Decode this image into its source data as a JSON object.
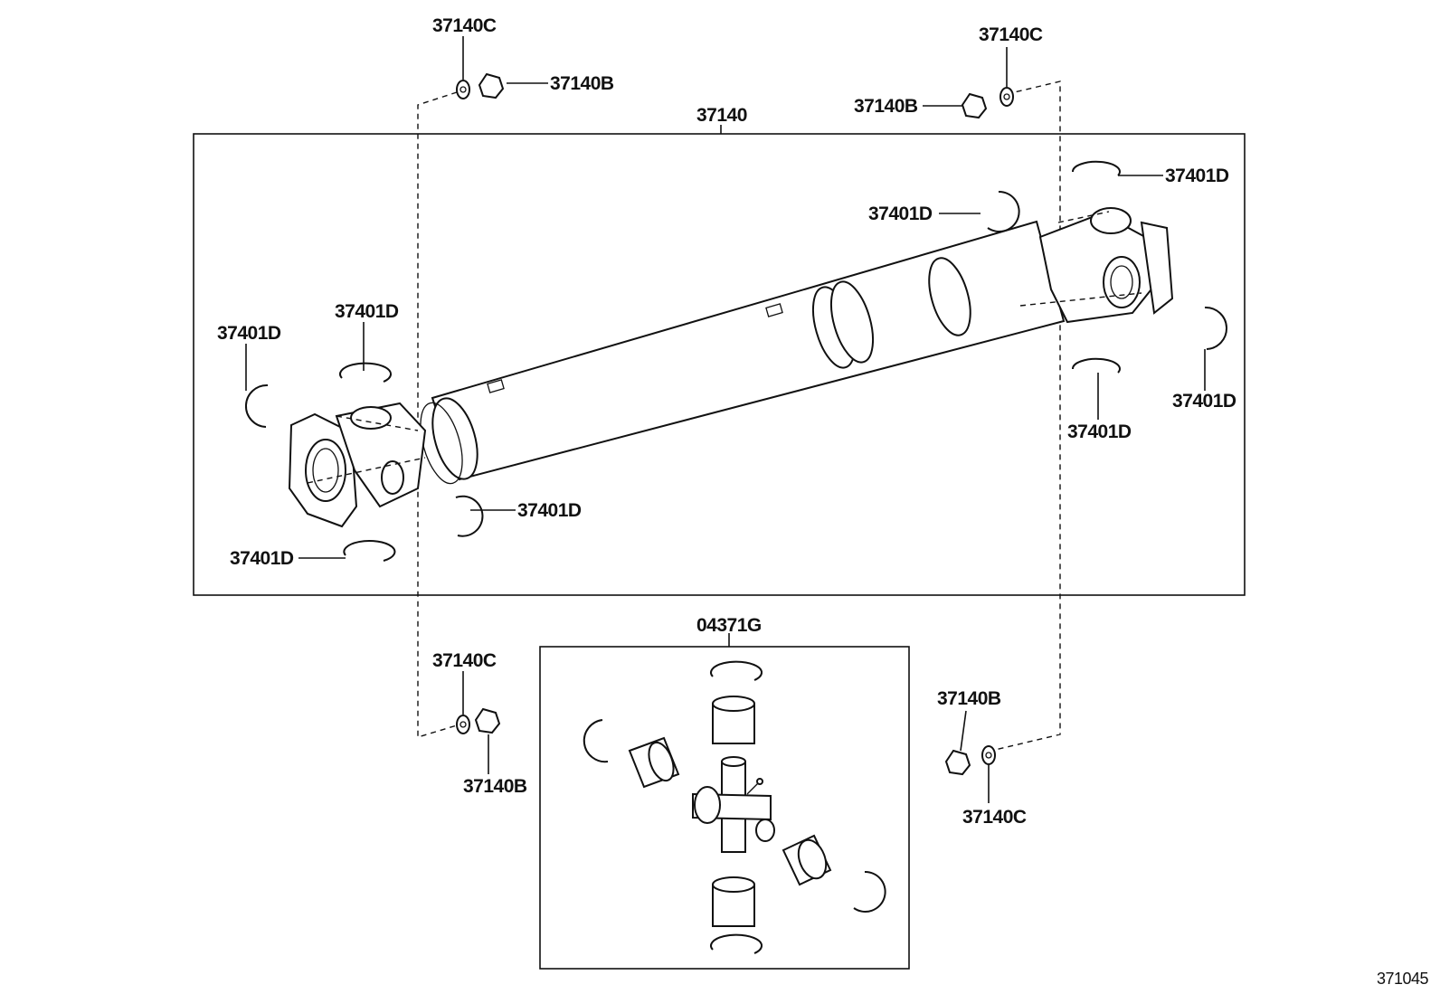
{
  "diagram": {
    "assembly_label": "37140",
    "kit_label": "04371G",
    "figure_id": "371045",
    "labels": {
      "nut": "37140B",
      "washer": "37140C",
      "snap_ring": "37401D"
    }
  }
}
